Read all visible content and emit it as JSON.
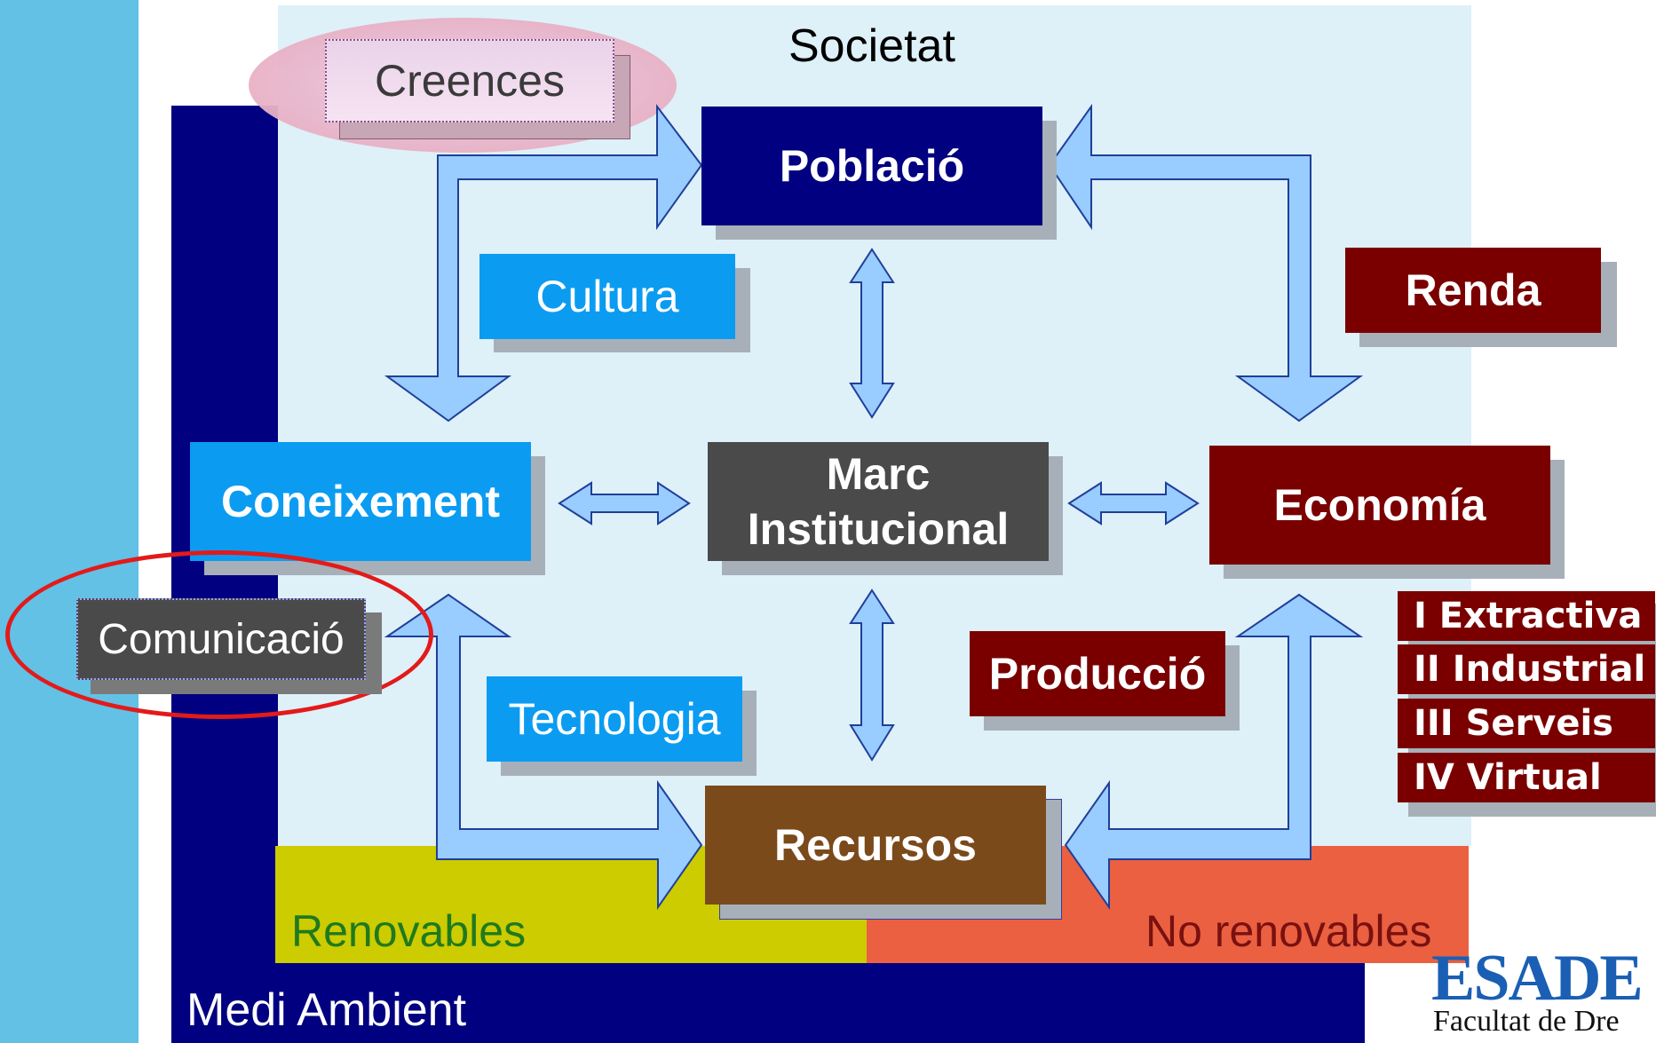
{
  "diagram": {
    "societat": "Societat",
    "medi_ambient": "Medi Ambient",
    "renovables": "Renovables",
    "no_renovables": "No renovables",
    "creences": "Creences",
    "poblacio": "Població",
    "cultura": "Cultura",
    "renda": "Renda",
    "coneixement": "Coneixement",
    "marc_line1": "Marc",
    "marc_line2": "Institucional",
    "economia": "Economía",
    "comunicacio": "Comunicació",
    "tecnologia": "Tecnologia",
    "produccio": "Producció",
    "recursos": "Recursos",
    "sectors": [
      "I Extractiva",
      "II Industrial",
      "III Serveis",
      "IV Virtual"
    ]
  },
  "logo": {
    "name": "ESADE",
    "subtitle": "Facultat de Dre"
  },
  "colors": {
    "left_bar": "#62c1e5",
    "societat_bg": "#def0f8",
    "medi_ambient_bg": "#000080",
    "renovables_bg": "#cccc00",
    "no_renovables_bg": "#ea6040",
    "navy": "#000080",
    "light_blue_box": "#0b9cf2",
    "dark_gray": "#4a4a4a",
    "maroon": "#7a0000",
    "brown": "#7b4a1a",
    "arrow_fill": "#99ccff"
  }
}
